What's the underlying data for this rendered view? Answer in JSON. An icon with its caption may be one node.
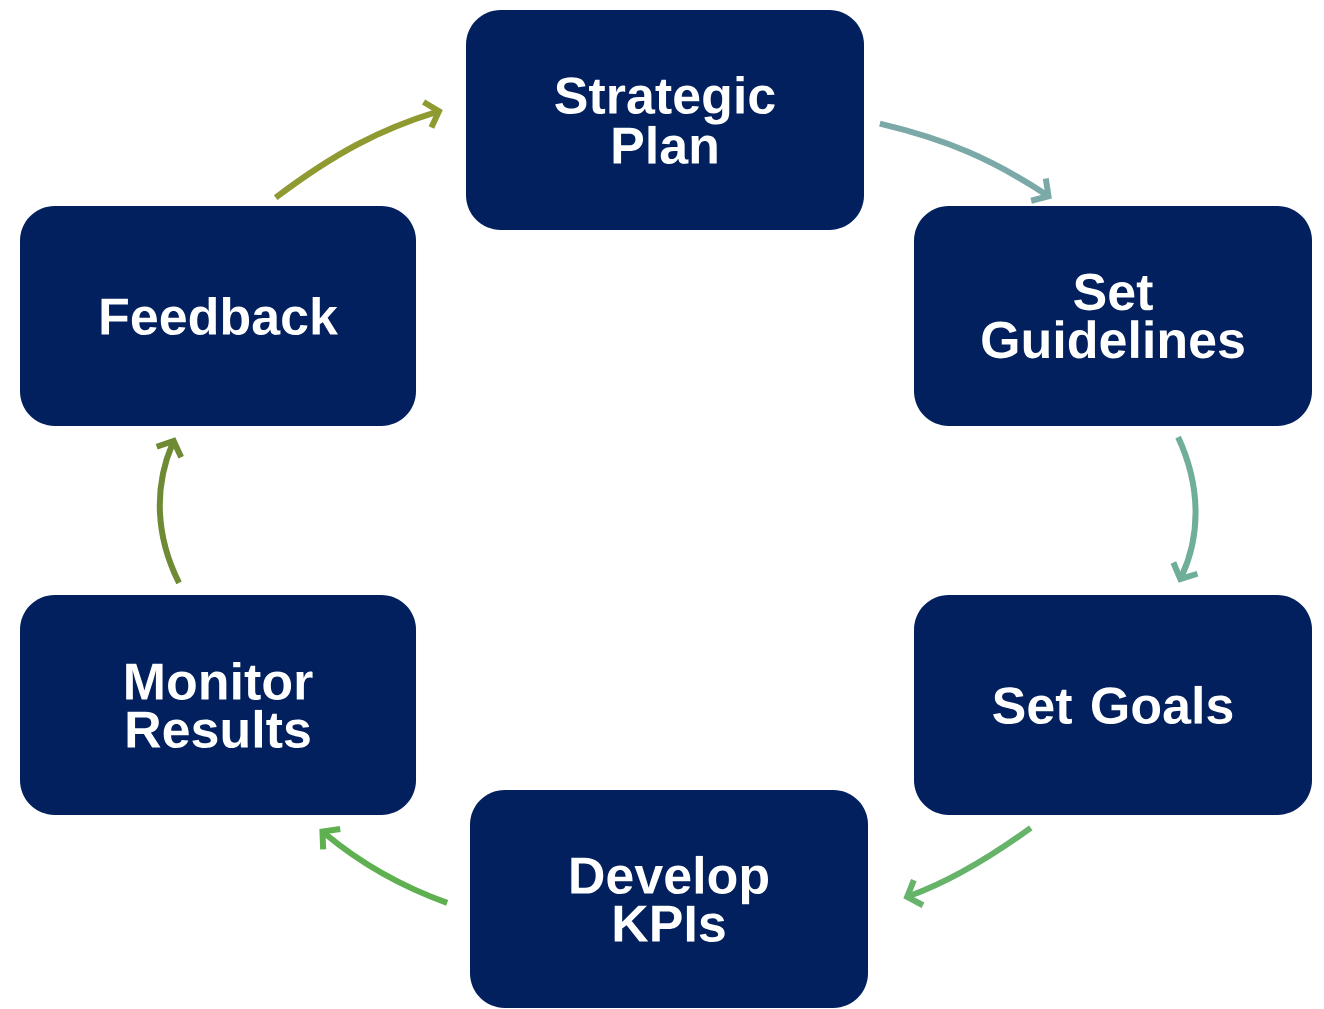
{
  "diagram": {
    "nodes": [
      {
        "text": [
          "Strategic Plan"
        ]
      },
      {
        "text": [
          "Set Guidelines"
        ]
      },
      {
        "text": [
          "Set Goals"
        ]
      },
      {
        "text": [
          "Develop KPIs"
        ]
      },
      {
        "text": [
          "Monitor Results"
        ]
      },
      {
        "text": [
          "Feedback"
        ]
      }
    ],
    "edges": [
      {
        "from": 0,
        "to": 1,
        "arrow": "to",
        "color": "#7aa9a8"
      },
      {
        "from": 1,
        "to": 2,
        "arrow": "to",
        "color": "#6fae9a"
      },
      {
        "from": 2,
        "to": 3,
        "arrow": "to",
        "color": "#66b36a"
      },
      {
        "from": 3,
        "to": 4,
        "arrow": "to",
        "color": "#5fb050"
      },
      {
        "from": 4,
        "to": 5,
        "arrow": "to",
        "color": "#6e8a34"
      },
      {
        "from": 5,
        "to": 0,
        "arrow": "to",
        "color": "#8f9a30"
      }
    ]
  }
}
